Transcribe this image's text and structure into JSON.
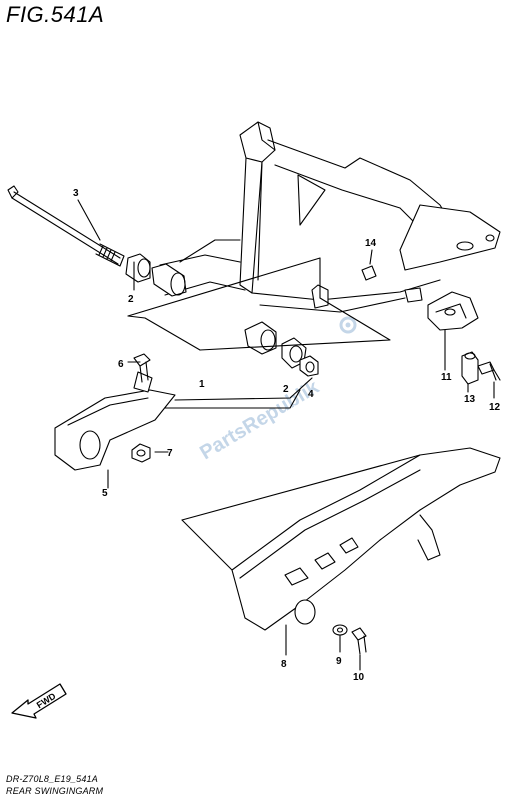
{
  "figure": {
    "title": "FIG.541A",
    "code": "DR-Z70L8_E19_541A",
    "name": "REAR SWINGINGARM"
  },
  "watermark": "PartsRepublik",
  "fwd_label": "FWD",
  "callouts": [
    "1",
    "2",
    "2",
    "3",
    "4",
    "5",
    "6",
    "7",
    "8",
    "9",
    "10",
    "11",
    "12",
    "13",
    "14"
  ]
}
